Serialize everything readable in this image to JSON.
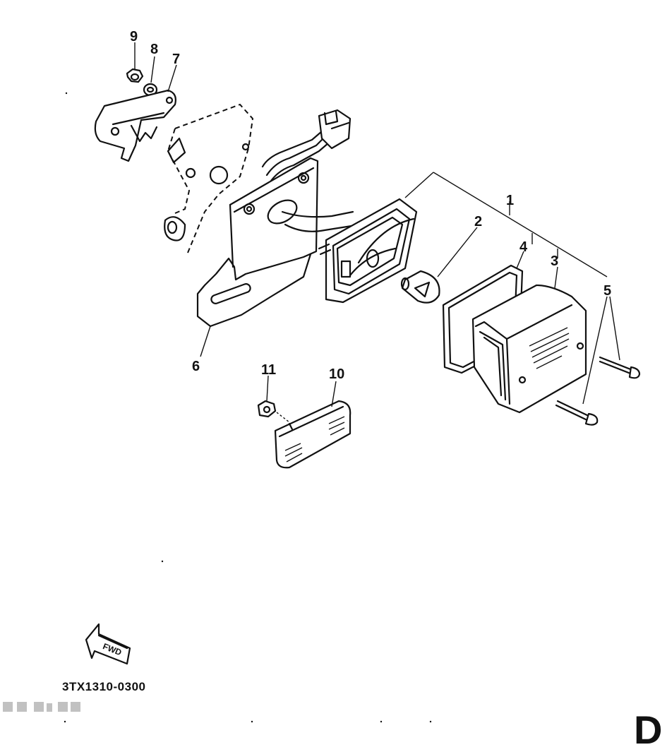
{
  "diagram": {
    "callouts": [
      {
        "id": "1",
        "label": "1"
      },
      {
        "id": "2",
        "label": "2"
      },
      {
        "id": "3",
        "label": "3"
      },
      {
        "id": "4",
        "label": "4"
      },
      {
        "id": "5",
        "label": "5"
      },
      {
        "id": "6",
        "label": "6"
      },
      {
        "id": "7",
        "label": "7"
      },
      {
        "id": "8",
        "label": "8"
      },
      {
        "id": "9",
        "label": "9"
      },
      {
        "id": "10",
        "label": "10"
      },
      {
        "id": "11",
        "label": "11"
      }
    ],
    "fwd_arrow_text": "FWD",
    "diagram_code": "3TX1310-0300",
    "corner_letter": "D"
  }
}
